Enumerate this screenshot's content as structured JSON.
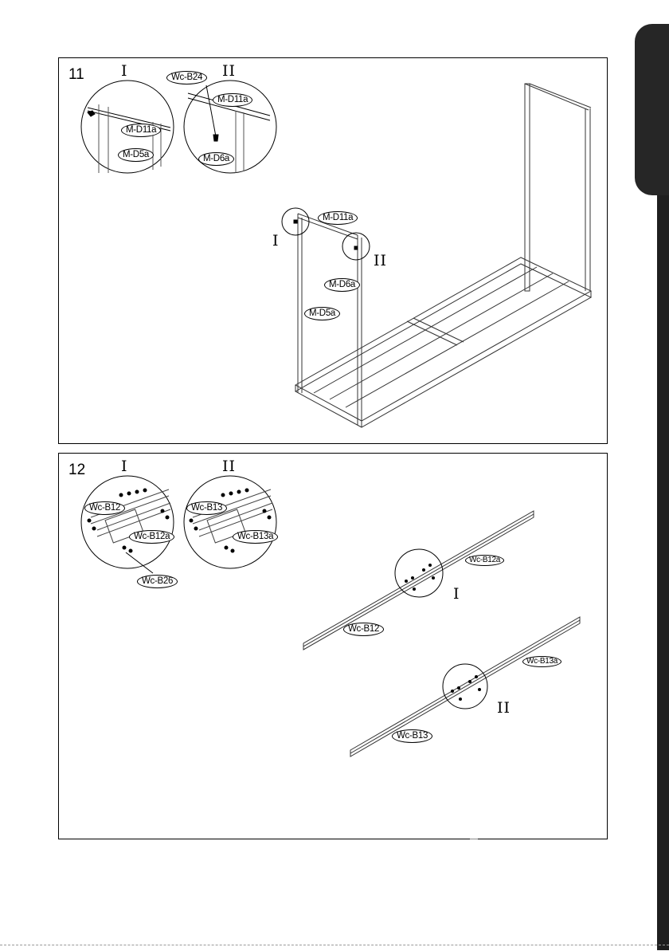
{
  "step11": {
    "number": "11",
    "detail_labels": [
      "I",
      "II"
    ],
    "main_labels": [
      "I",
      "II"
    ],
    "detail1_parts": [
      "M-D11a",
      "M-D5a"
    ],
    "detail2_parts": [
      "Wc-B24",
      "M-D11a",
      "M-D6a"
    ],
    "main_parts": [
      "M-D11a",
      "M-D6a",
      "M-D5a"
    ]
  },
  "step12": {
    "number": "12",
    "detail_labels": [
      "I",
      "II"
    ],
    "main_labels": [
      "I",
      "II"
    ],
    "detail1_parts": [
      "Wc-B12",
      "Wc-B12a",
      "Wc-B26"
    ],
    "detail2_parts": [
      "Wc-B13",
      "Wc-B13a"
    ],
    "main_parts": [
      "Wc-B12a",
      "Wc-B12",
      "Wc-B13a",
      "Wc-B13"
    ]
  },
  "icons": {
    "side_tab": "language-tab-marker"
  }
}
